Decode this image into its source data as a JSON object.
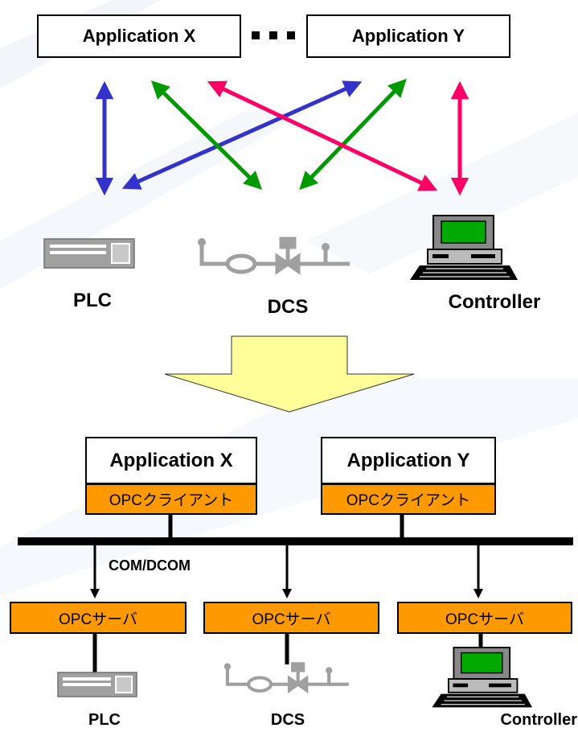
{
  "top": {
    "app_x": "Application X",
    "app_y": "Application Y",
    "device_labels": {
      "plc": "PLC",
      "dcs": "DCS",
      "controller": "Controller"
    }
  },
  "bottom": {
    "app_x": "Application X",
    "app_y": "Application Y",
    "client_x": "OPCクライアント",
    "client_y": "OPCクライアント",
    "bus_label": "COM/DCOM",
    "server_plc": "OPCサーバ",
    "server_dcs": "OPCサーバ",
    "server_ctrl": "OPCサーバ",
    "device_labels": {
      "plc": "PLC",
      "dcs": "DCS",
      "controller": "Controller"
    }
  },
  "colors": {
    "arrow_blue": "#3333cc",
    "arrow_green": "#009900",
    "arrow_pink": "#ff0066",
    "opc_orange": "#ff9900",
    "big_arrow_fill": "#ffff99",
    "device_gray": "#a0a0a0",
    "screen_green": "#00aa00"
  },
  "icons": [
    "plc-icon",
    "dcs-valve-icon",
    "controller-computer-icon",
    "transform-down-arrow"
  ]
}
